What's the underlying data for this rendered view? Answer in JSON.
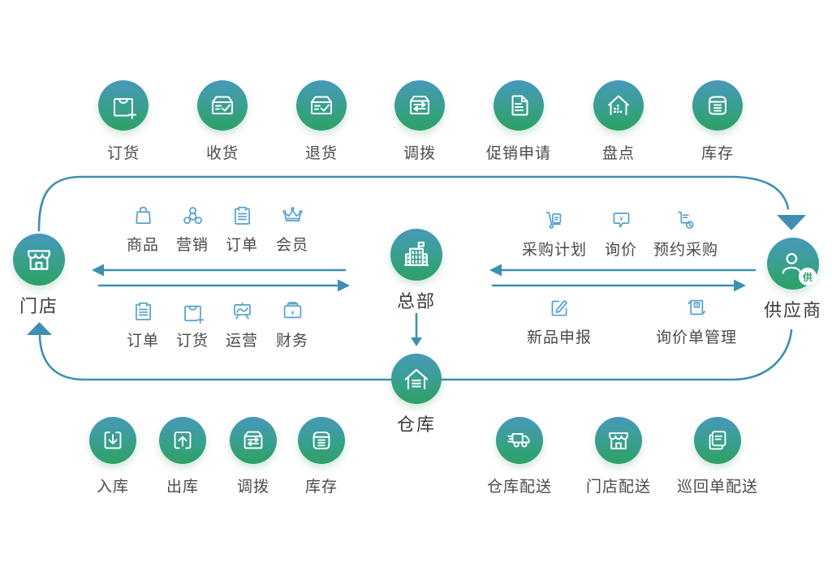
{
  "diagram": {
    "colors": {
      "circle_gradient_top": "#4898BA",
      "circle_gradient_bottom": "#2DA164",
      "small_icon_stroke": "#55A2CB",
      "arrow_line": "#3E8FB1",
      "node_label": "#4A4A4A",
      "entity_label": "#3B3B3B"
    },
    "top_row": {
      "items": [
        {
          "label": "订货",
          "icon": "order-bag-plus-icon"
        },
        {
          "label": "收货",
          "icon": "receive-box-check-icon"
        },
        {
          "label": "退货",
          "icon": "return-box-check-icon"
        },
        {
          "label": "调拨",
          "icon": "transfer-box-arrows-icon"
        },
        {
          "label": "促销申请",
          "icon": "promotion-document-icon"
        },
        {
          "label": "盘点",
          "icon": "stocktake-house-icon"
        },
        {
          "label": "库存",
          "icon": "inventory-drawer-icon"
        }
      ]
    },
    "entities": {
      "store": {
        "label": "门店",
        "icon": "storefront-icon"
      },
      "headquarters": {
        "label": "总部",
        "icon": "hq-building-icon"
      },
      "supplier": {
        "label": "供应商",
        "icon": "supplier-person-icon",
        "badge": "供"
      },
      "warehouse": {
        "label": "仓库",
        "icon": "warehouse-house-icon"
      }
    },
    "store_hq_modules": {
      "row1": [
        {
          "label": "商品",
          "icon": "goods-bag-icon"
        },
        {
          "label": "营销",
          "icon": "marketing-network-icon"
        },
        {
          "label": "订单",
          "icon": "order-clipboard-icon"
        },
        {
          "label": "会员",
          "icon": "member-crown-icon"
        }
      ],
      "row2": [
        {
          "label": "订单",
          "icon": "order-clipboard-icon"
        },
        {
          "label": "订货",
          "icon": "ordering-bag-plus-icon"
        },
        {
          "label": "运营",
          "icon": "operations-board-icon"
        },
        {
          "label": "财务",
          "icon": "finance-cashbox-icon"
        }
      ]
    },
    "hq_supplier_modules": {
      "row1": [
        {
          "label": "采购计划",
          "icon": "purchase-plan-trolley-icon"
        },
        {
          "label": "询价",
          "icon": "inquiry-bubble-yen-icon"
        },
        {
          "label": "预约采购",
          "icon": "reserve-purchase-cart-icon"
        }
      ],
      "row2": [
        {
          "label": "新品申报",
          "icon": "new-product-pencil-icon"
        },
        {
          "label": "询价单管理",
          "icon": "inquiry-doc-yen-icon"
        }
      ]
    },
    "warehouse_row": {
      "items": [
        {
          "label": "入库",
          "icon": "inbound-arrow-icon"
        },
        {
          "label": "出库",
          "icon": "outbound-arrow-icon"
        },
        {
          "label": "调拨",
          "icon": "transfer-box-arrows-icon"
        },
        {
          "label": "库存",
          "icon": "inventory-drawer-icon"
        }
      ]
    },
    "delivery_row": {
      "items": [
        {
          "label": "仓库配送",
          "icon": "warehouse-delivery-truck-icon"
        },
        {
          "label": "门店配送",
          "icon": "store-delivery-storefront-icon"
        },
        {
          "label": "巡回单配送",
          "icon": "tour-delivery-docs-icon"
        }
      ]
    }
  }
}
